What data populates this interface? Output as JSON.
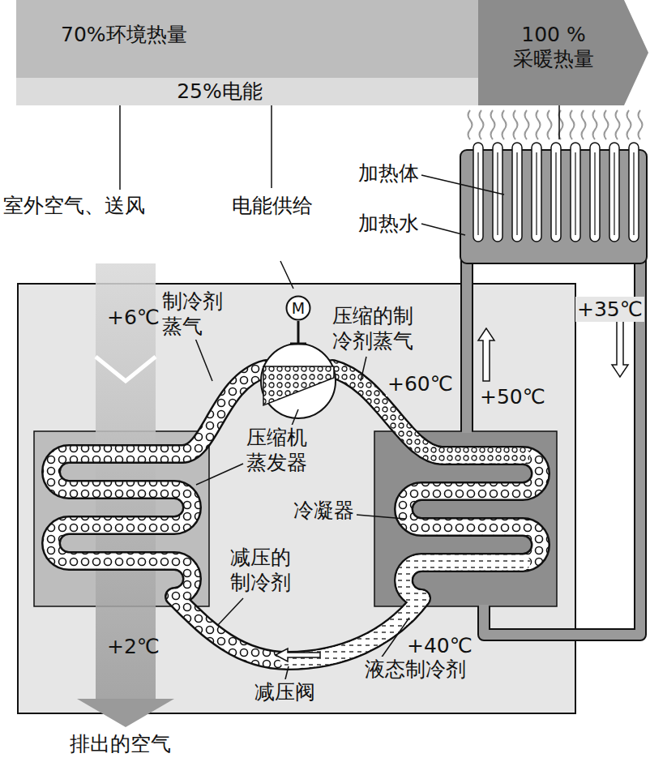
{
  "diagram": {
    "nodes": [
      {
        "text": [
          "70%环境热量"
        ]
      },
      {
        "text": [
          "25%电能"
        ]
      },
      {
        "text": [
          "100 % 采暖热量"
        ]
      },
      {
        "text": [
          "M"
        ]
      }
    ],
    "labels": [
      "室外空气、送风",
      "电能供给",
      "加热体",
      "加热水",
      "制冷剂 蒸气",
      "+6℃",
      "压缩的制 冷剂蒸气",
      "+60℃",
      "+50℃",
      "+35℃",
      "压缩机",
      "蒸发器",
      "冷凝器",
      "减压的 制冷剂",
      "+2℃",
      "+40℃",
      "液态制冷剂",
      "减压阀",
      "排出的空气"
    ]
  }
}
